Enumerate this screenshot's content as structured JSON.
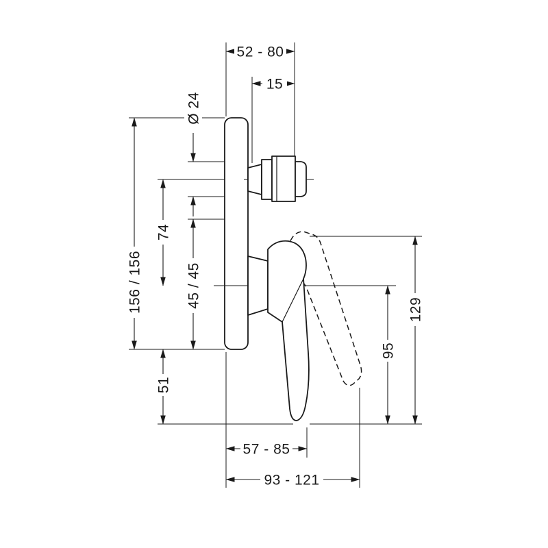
{
  "drawing": {
    "type": "technical-dimension-drawing",
    "subject": "concealed single-lever bath/shower mixer, side view",
    "colors": {
      "line": "#1a1a1a",
      "background": "#ffffff"
    },
    "labels": {
      "installation_depth_range": "52 - 80",
      "spout_stub_length": "15",
      "spout_diameter": "Ø 24",
      "escutcheon_size": "156 / 156",
      "spout_to_handle_axis": "74",
      "axis_offset": "45 / 45",
      "below_escutcheon": "51",
      "handle_drop_below_axis": "95",
      "handle_overall_height": "129",
      "handle_projection_closed": "57 - 85",
      "handle_projection_open": "93 - 121"
    }
  }
}
